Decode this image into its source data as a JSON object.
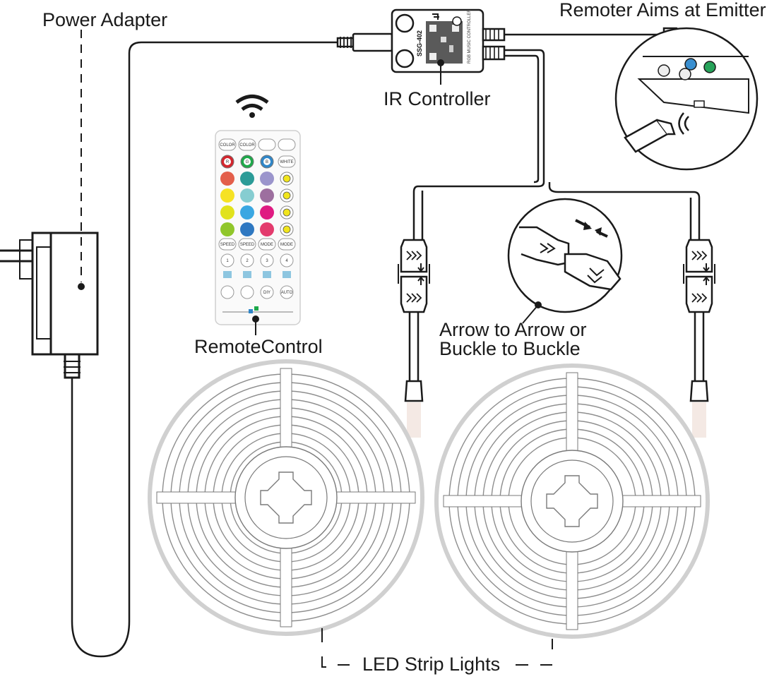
{
  "labels": {
    "power_adapter": "Power Adapter",
    "remote_emitter": "Remoter Aims at Emitter",
    "ir_controller": "IR Controller",
    "remote_control": "RemoteControl",
    "connector_line1": "Arrow to Arrow or",
    "connector_line2": "Buckle to Buckle",
    "led_strip": "LED Strip Lights"
  },
  "controller": {
    "model": "SSG-402",
    "product": "RGB MUSIC CONTROLLER"
  },
  "remote": {
    "rows": [
      [
        "COLOR",
        "COLOR",
        "",
        ""
      ],
      [
        "R",
        "G",
        "B",
        "WHITE"
      ],
      [
        "SPEED",
        "SPEED",
        "MODE",
        "MODE"
      ],
      [
        "1",
        "2",
        "3",
        "4"
      ],
      [
        "",
        "",
        "DIY",
        "AUTO"
      ]
    ],
    "swatches": [
      "#e35f4b",
      "#2b9b97",
      "#9b95cc",
      "#f6e224",
      "#86cdd1",
      "#9d6f9f",
      "#e1e21c",
      "#3aa7e2",
      "#df1b82",
      "#90c62b",
      "#2f78c1",
      "#e33b6d"
    ],
    "rgb_colors": [
      "#d3262e",
      "#1ea84a",
      "#2f86c8"
    ]
  },
  "colors": {
    "line": "#1a1a1a",
    "reel_line": "#7a7a7a"
  }
}
